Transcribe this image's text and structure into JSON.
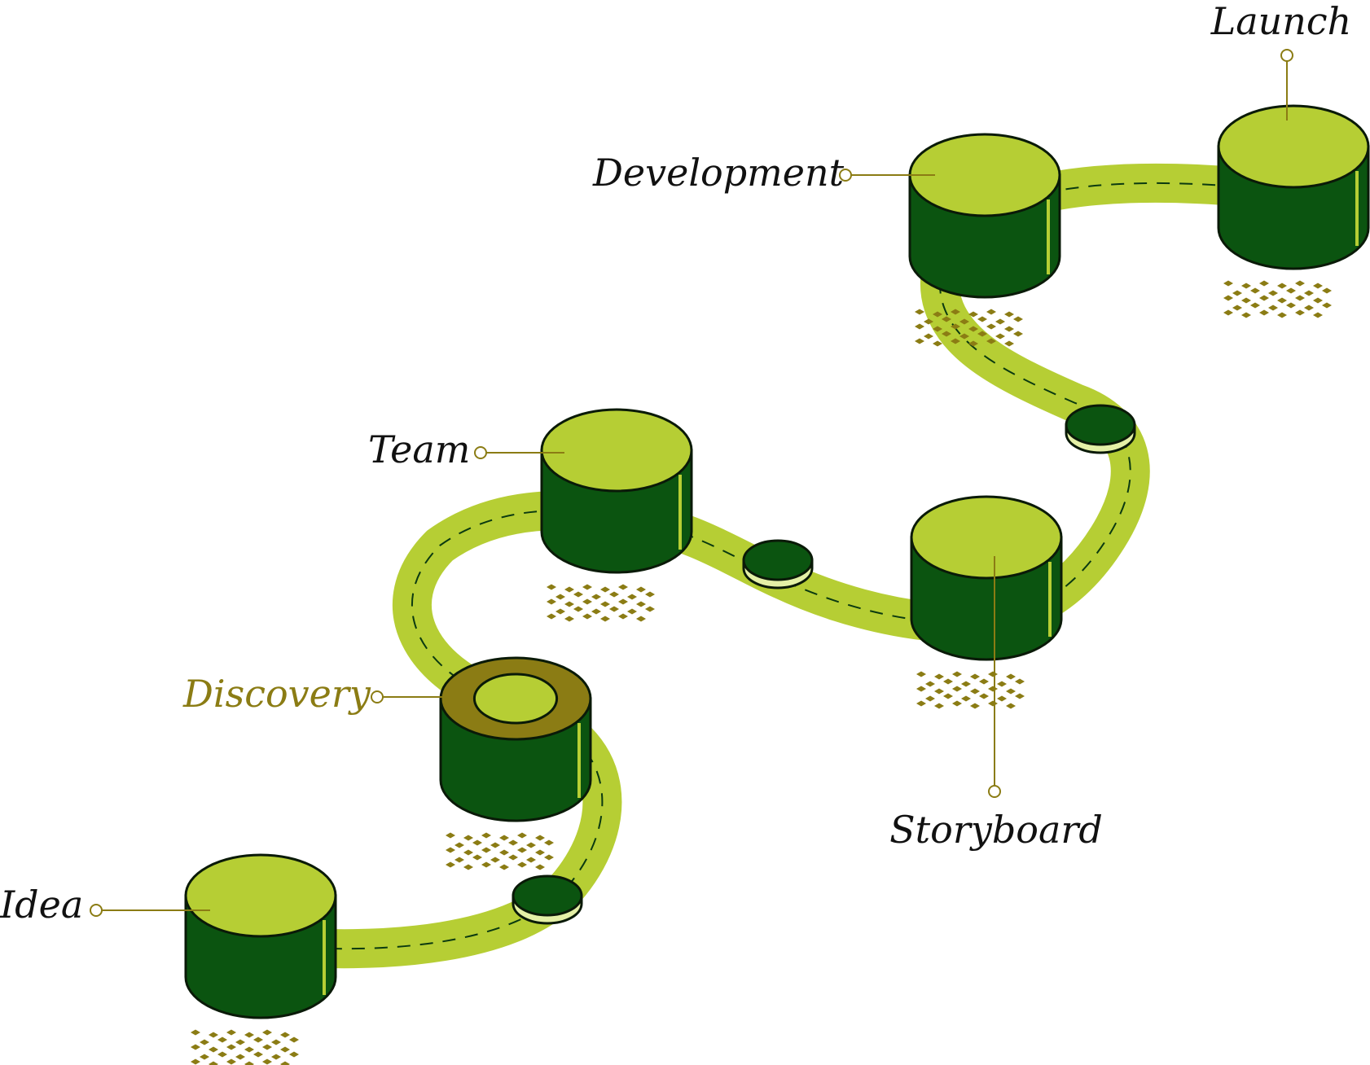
{
  "colors": {
    "road": "#b6ce34",
    "cyl_top": "#b6ce34",
    "cyl_side": "#0b5410",
    "outline": "#0a1a08",
    "label": "#111111",
    "active_label": "#8b7c14",
    "active_ring": "#8b7c14",
    "leader": "#8b7c14",
    "dots": "#8b7c14",
    "lane_marks": "#0b3a10",
    "disc_rim": "#e4f0a6"
  },
  "stages": [
    {
      "id": "idea",
      "label": "Idea",
      "active": false
    },
    {
      "id": "discovery",
      "label": "Discovery",
      "active": true
    },
    {
      "id": "team",
      "label": "Team",
      "active": false
    },
    {
      "id": "storyboard",
      "label": "Storyboard",
      "active": false
    },
    {
      "id": "development",
      "label": "Development",
      "active": false
    },
    {
      "id": "launch",
      "label": "Launch",
      "active": false
    }
  ]
}
